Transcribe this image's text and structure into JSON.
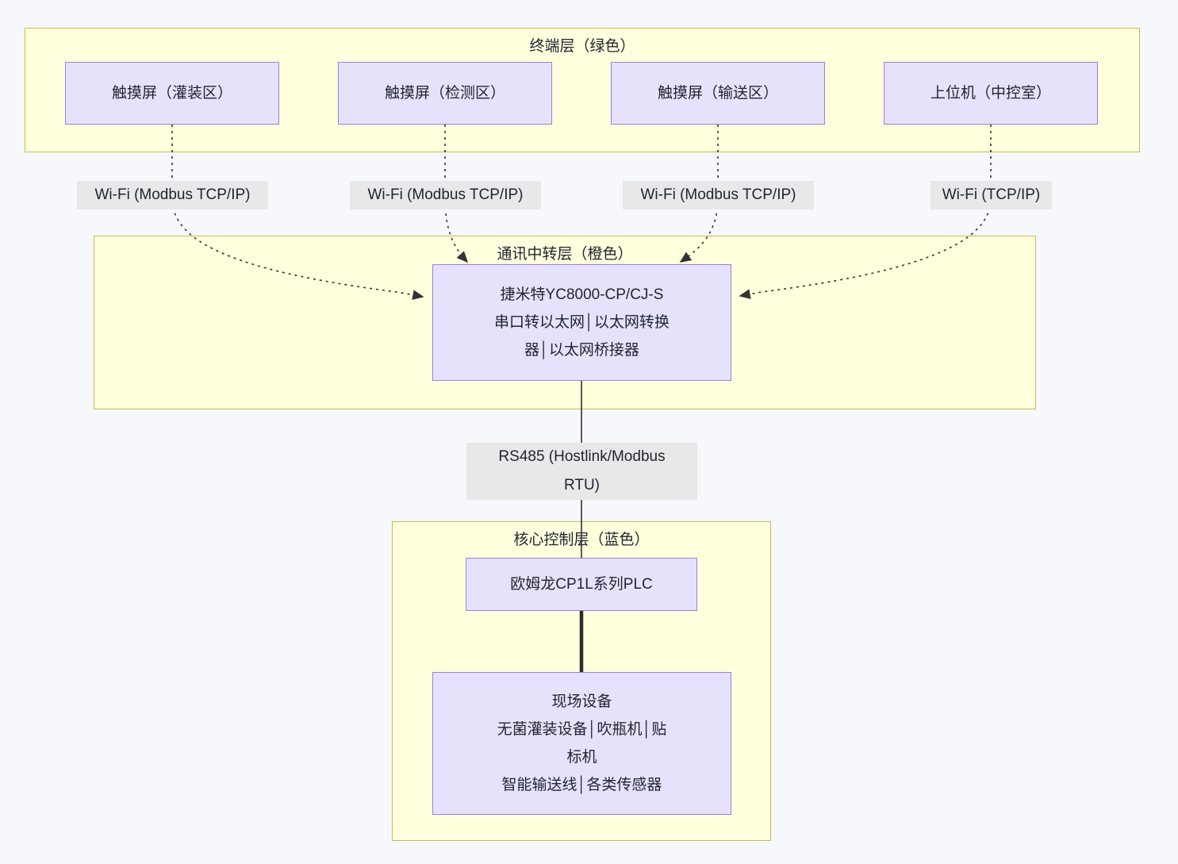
{
  "diagram": {
    "type": "layered-network-architecture-flowchart",
    "background_color": "#f7f8fc",
    "cluster_fill": "#ffffdd",
    "cluster_stroke": "#bfbf52",
    "node_fill": "#e7e2fb",
    "node_stroke": "#9a7fe0",
    "edge_label_fill": "#e8e8e8",
    "text_color": "#1f2430"
  },
  "layers": [
    {
      "id": "terminal-layer",
      "title": "终端层（绿色）",
      "nodes": [
        {
          "id": "hmi-filling",
          "lines": [
            "触摸屏（灌装区）"
          ]
        },
        {
          "id": "hmi-inspection",
          "lines": [
            "触摸屏（检测区）"
          ]
        },
        {
          "id": "hmi-conveying",
          "lines": [
            "触摸屏（输送区）"
          ]
        },
        {
          "id": "scada-host",
          "lines": [
            "上位机（中控室）"
          ]
        }
      ]
    },
    {
      "id": "communication-relay-layer",
      "title": "通讯中转层（橙色）",
      "nodes": [
        {
          "id": "gateway-yc8000",
          "lines": [
            "捷米特YC8000-CP/CJ-S",
            "串口转以太网│以太网转换",
            "器│以太网桥接器"
          ]
        }
      ]
    },
    {
      "id": "core-control-layer",
      "title": "核心控制层（蓝色）",
      "nodes": [
        {
          "id": "plc-cp1l",
          "lines": [
            "欧姆龙CP1L系列PLC"
          ]
        },
        {
          "id": "field-devices",
          "lines": [
            "现场设备",
            "无菌灌装设备│吹瓶机│贴",
            "标机",
            "智能输送线│各类传感器"
          ]
        }
      ]
    }
  ],
  "edges": [
    {
      "id": "edge-hmi-filling-gateway",
      "from": "hmi-filling",
      "to": "gateway-yc8000",
      "label": "Wi-Fi (Modbus TCP/IP)",
      "style": "dotted-arrow"
    },
    {
      "id": "edge-hmi-inspection-gateway",
      "from": "hmi-inspection",
      "to": "gateway-yc8000",
      "label": "Wi-Fi (Modbus TCP/IP)",
      "style": "dotted-arrow"
    },
    {
      "id": "edge-hmi-conveying-gateway",
      "from": "hmi-conveying",
      "to": "gateway-yc8000",
      "label": "Wi-Fi (Modbus TCP/IP)",
      "style": "dotted-arrow"
    },
    {
      "id": "edge-scada-gateway",
      "from": "scada-host",
      "to": "gateway-yc8000",
      "label": "Wi-Fi (TCP/IP)",
      "style": "dotted-arrow"
    },
    {
      "id": "edge-gateway-plc",
      "from": "gateway-yc8000",
      "to": "plc-cp1l",
      "label": "RS485 (Hostlink/Modbus RTU)",
      "label_lines": [
        "RS485 (Hostlink/Modbus",
        "RTU)"
      ],
      "style": "solid-line"
    },
    {
      "id": "edge-plc-field",
      "from": "plc-cp1l",
      "to": "field-devices",
      "label": "",
      "style": "solid-thick-line"
    }
  ]
}
